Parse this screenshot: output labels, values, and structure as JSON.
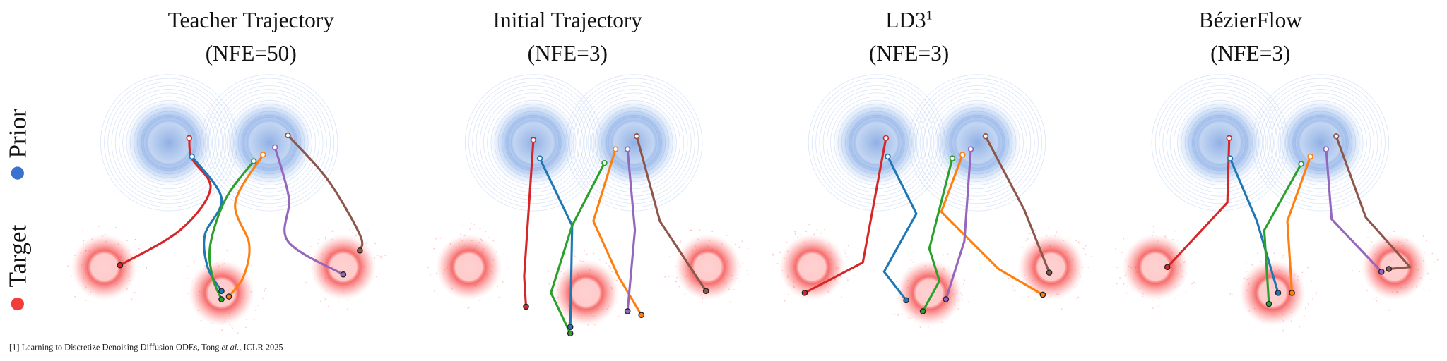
{
  "panels": [
    {
      "title": "Teacher Trajectory",
      "subtitle": "(NFE=50)"
    },
    {
      "title": "Initial Trajectory",
      "subtitle": "(NFE=3)"
    },
    {
      "title": "LD3",
      "title_sup": "1",
      "subtitle": "(NFE=3)"
    },
    {
      "title": "BézierFlow",
      "subtitle": "(NFE=3)"
    }
  ],
  "legend": {
    "prior_label": "Prior",
    "target_label": "Target",
    "prior_color": "#3a72d0",
    "target_color": "#f23c3c"
  },
  "trajectory_colors": [
    "#d62728",
    "#1f77b4",
    "#2ca02c",
    "#ff7f0e",
    "#9467bd",
    "#8c564b"
  ],
  "footnote": {
    "marker": "[1]",
    "text_before": " Learning to Discretize Denoising Diffusion ODEs, Tong ",
    "text_italic": "et al.",
    "text_after": ", ICLR 2025"
  }
}
